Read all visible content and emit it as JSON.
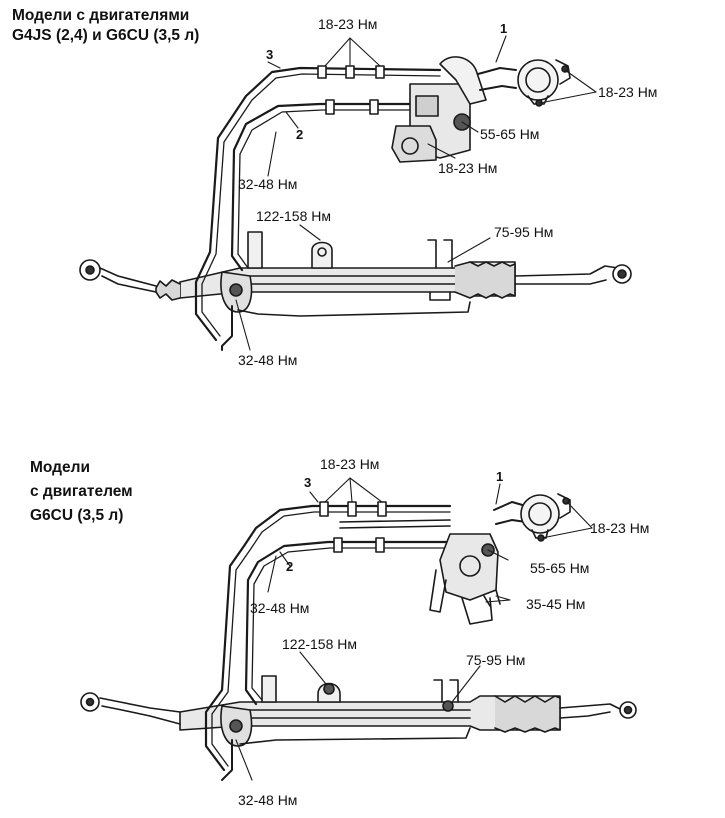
{
  "diagrams": [
    {
      "title_line1": "Модели с двигателями",
      "title_line2": "G4JS (2,4) и G6CU (3,5 л)",
      "torques": {
        "pipe_clamps": "18-23 Нм",
        "pump_mount": "18-23 Нм",
        "pump_lower": "18-23 Нм",
        "fitting_pump": "55-65 Нм",
        "return_line": "32-48 Нм",
        "rack_mount": "122-158 Нм",
        "rack_clamp": "75-95 Нм",
        "valve_fitting": "32-48 Нм"
      },
      "callouts": [
        "1",
        "2",
        "3"
      ]
    },
    {
      "title_line1": "Модели",
      "title_line2": "с двигателем",
      "title_line3": "G6CU (3,5 л)",
      "torques": {
        "pipe_clamps": "18-23 Нм",
        "pump_mount": "18-23 Нм",
        "fitting_pump": "55-65 Нм",
        "bracket": "35-45 Нм",
        "return_line": "32-48 Нм",
        "rack_mount": "122-158 Нм",
        "rack_clamp": "75-95 Нм",
        "valve_fitting": "32-48 Нм"
      },
      "callouts": [
        "1",
        "2",
        "3"
      ]
    }
  ]
}
